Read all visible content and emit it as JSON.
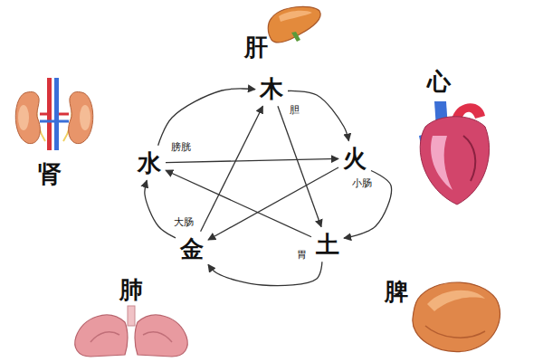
{
  "diagram": {
    "nodes": [
      {
        "text": [
          "木"
        ]
      },
      {
        "text": [
          "水"
        ]
      },
      {
        "text": [
          "火"
        ]
      },
      {
        "text": [
          "金"
        ]
      },
      {
        "text": [
          "土"
        ]
      }
    ],
    "edges": [
      {
        "from": 0,
        "to": 2,
        "arrow": "to"
      },
      {
        "from": 2,
        "to": 4,
        "arrow": "to"
      },
      {
        "from": 4,
        "to": 3,
        "arrow": "to"
      },
      {
        "from": 3,
        "to": 1,
        "arrow": "to"
      },
      {
        "from": 1,
        "to": 0,
        "arrow": "to"
      },
      {
        "from": 0,
        "to": 4,
        "arrow": "to"
      },
      {
        "from": 4,
        "to": 1,
        "arrow": "to"
      },
      {
        "from": 1,
        "to": 2,
        "arrow": "to"
      },
      {
        "from": 2,
        "to": 3,
        "arrow": "to"
      },
      {
        "from": 3,
        "to": 0,
        "arrow": "to"
      }
    ],
    "labels": [
      "肝",
      "胆",
      "心",
      "膀胱",
      "肾",
      "小肠",
      "大肠",
      "胃",
      "肺",
      "脾"
    ]
  }
}
